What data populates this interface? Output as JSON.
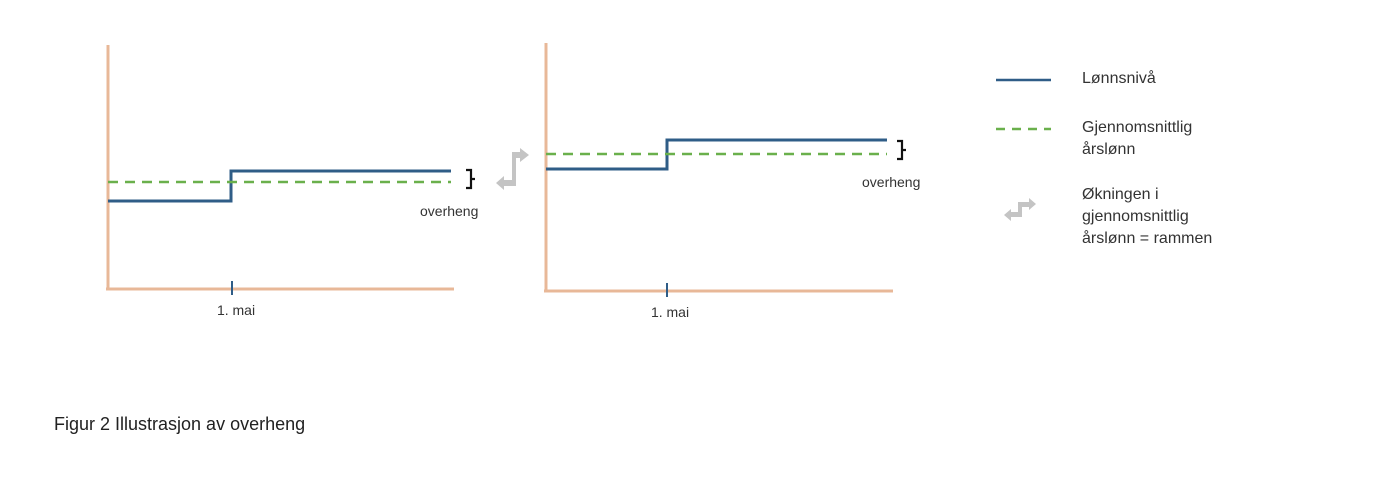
{
  "colors": {
    "axis": "#e8b898",
    "salary_line": "#2f5d87",
    "average_line": "#6ab04c",
    "arrow": "#c4c4c4",
    "bracket": "#111111"
  },
  "panels": [
    {
      "tick_label": "1. mai",
      "overheng_label": "overheng"
    },
    {
      "tick_label": "1. mai",
      "overheng_label": "overheng"
    }
  ],
  "legend": {
    "salary_level": "Lønnsnivå",
    "average_salary_lines": [
      "Gjennomsnittlig",
      "årslønn"
    ],
    "increase_lines": [
      "Økningen i",
      "gjennomsnittlig",
      "årslønn = rammen"
    ],
    "icons": [
      "solid-line-icon",
      "dashed-line-icon",
      "step-arrow-icon"
    ]
  },
  "caption": "Figur 2 Illustrasjon av overheng"
}
